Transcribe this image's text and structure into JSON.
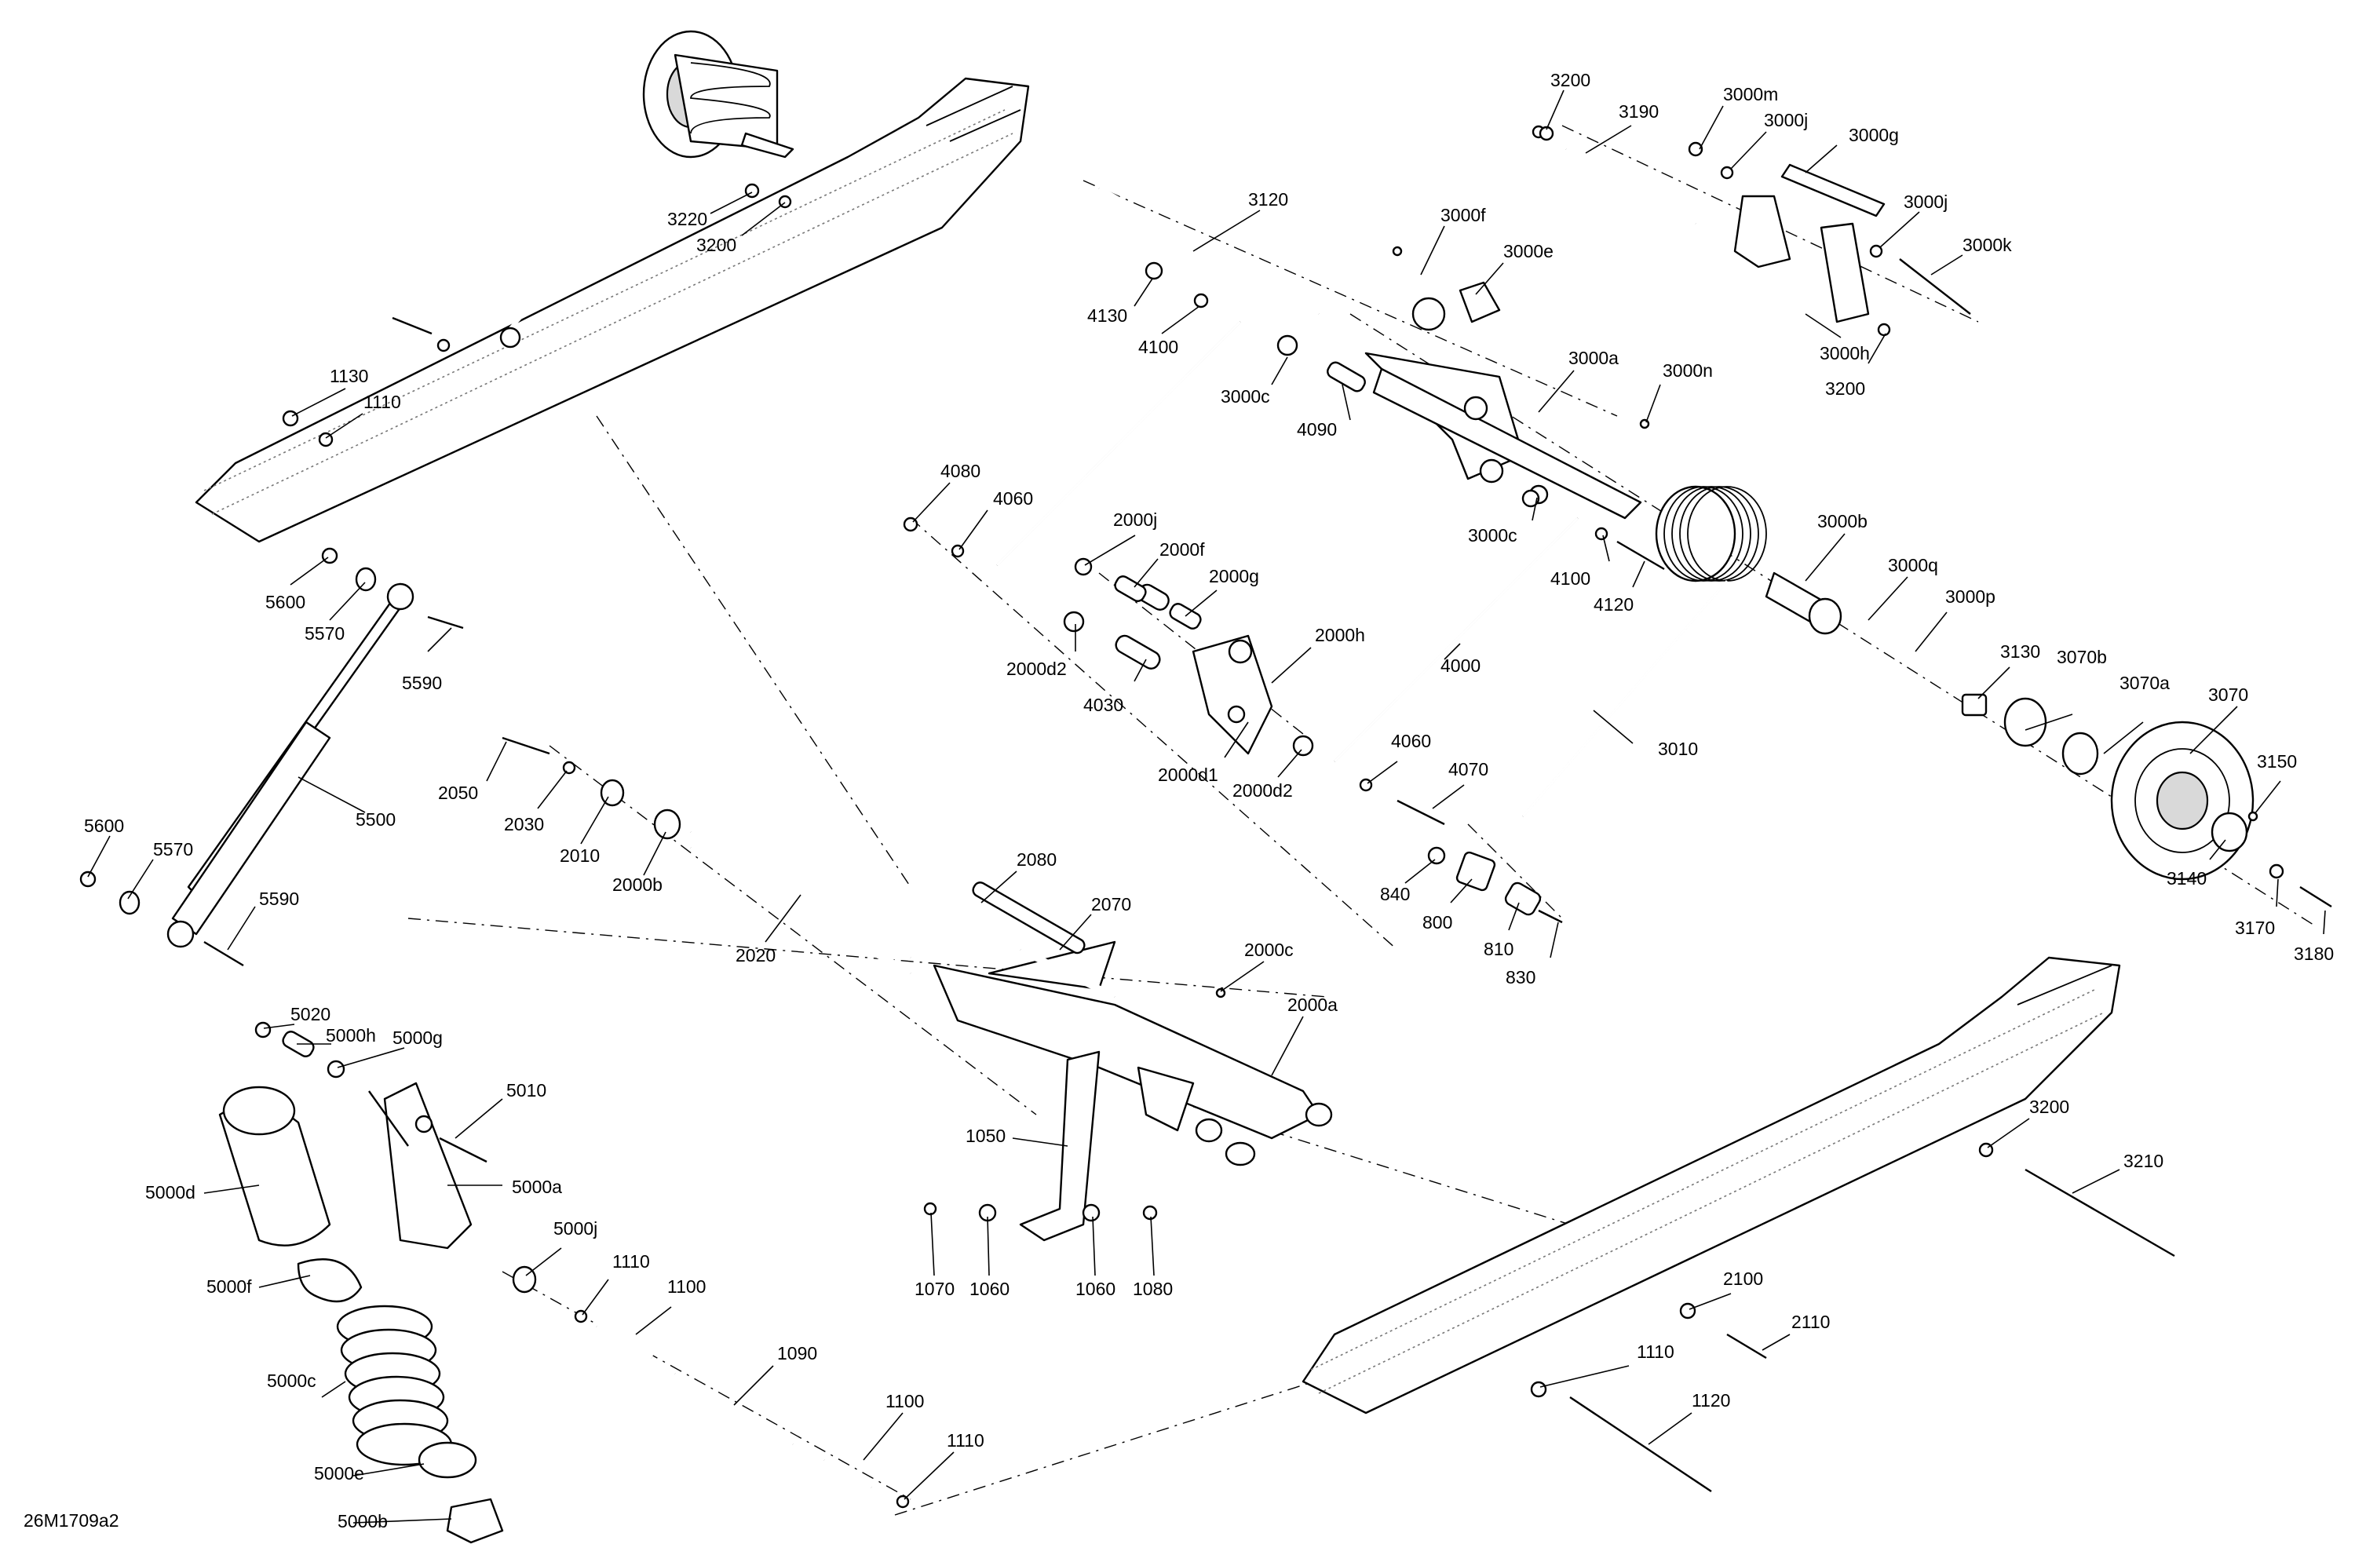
{
  "document_id": "26M1709a2",
  "callouts": [
    {
      "id": "c01",
      "text": "3200"
    },
    {
      "id": "c02",
      "text": "3190"
    },
    {
      "id": "c03",
      "text": "3000m"
    },
    {
      "id": "c04",
      "text": "3000j"
    },
    {
      "id": "c05",
      "text": "3000g"
    },
    {
      "id": "c06",
      "text": "3000j"
    },
    {
      "id": "c07",
      "text": "3000k"
    },
    {
      "id": "c08",
      "text": "3000h"
    },
    {
      "id": "c09",
      "text": "3200"
    },
    {
      "id": "c10",
      "text": "3120"
    },
    {
      "id": "c11",
      "text": "3000f"
    },
    {
      "id": "c12",
      "text": "3000e"
    },
    {
      "id": "c13",
      "text": "4130"
    },
    {
      "id": "c14",
      "text": "4100"
    },
    {
      "id": "c15",
      "text": "3000c"
    },
    {
      "id": "c16",
      "text": "4090"
    },
    {
      "id": "c17",
      "text": "3000a"
    },
    {
      "id": "c18",
      "text": "3000n"
    },
    {
      "id": "c19",
      "text": "3220"
    },
    {
      "id": "c20",
      "text": "3200"
    },
    {
      "id": "c21",
      "text": "1130"
    },
    {
      "id": "c22",
      "text": "1110"
    },
    {
      "id": "c23",
      "text": "4080"
    },
    {
      "id": "c24",
      "text": "4060"
    },
    {
      "id": "c25",
      "text": "2000j"
    },
    {
      "id": "c26",
      "text": "2000f"
    },
    {
      "id": "c27",
      "text": "2000g"
    },
    {
      "id": "c28",
      "text": "3000c"
    },
    {
      "id": "c29",
      "text": "4100"
    },
    {
      "id": "c30",
      "text": "4120"
    },
    {
      "id": "c31",
      "text": "3000b"
    },
    {
      "id": "c32",
      "text": "3000q"
    },
    {
      "id": "c33",
      "text": "3000p"
    },
    {
      "id": "c34",
      "text": "5600"
    },
    {
      "id": "c35",
      "text": "5570"
    },
    {
      "id": "c36",
      "text": "5590"
    },
    {
      "id": "c37",
      "text": "2000d2"
    },
    {
      "id": "c38",
      "text": "2000h"
    },
    {
      "id": "c39",
      "text": "4030"
    },
    {
      "id": "c40",
      "text": "4000"
    },
    {
      "id": "c41",
      "text": "3130"
    },
    {
      "id": "c42",
      "text": "3070b"
    },
    {
      "id": "c43",
      "text": "3070a"
    },
    {
      "id": "c44",
      "text": "3070"
    },
    {
      "id": "c45",
      "text": "3010"
    },
    {
      "id": "c46",
      "text": "2000d1"
    },
    {
      "id": "c47",
      "text": "2000d2"
    },
    {
      "id": "c48",
      "text": "4060"
    },
    {
      "id": "c49",
      "text": "4070"
    },
    {
      "id": "c50",
      "text": "3150"
    },
    {
      "id": "c51",
      "text": "2050"
    },
    {
      "id": "c52",
      "text": "2030"
    },
    {
      "id": "c53",
      "text": "2010"
    },
    {
      "id": "c54",
      "text": "2000b"
    },
    {
      "id": "c55",
      "text": "5500"
    },
    {
      "id": "c56",
      "text": "5600"
    },
    {
      "id": "c57",
      "text": "5570"
    },
    {
      "id": "c58",
      "text": "5590"
    },
    {
      "id": "c59",
      "text": "840"
    },
    {
      "id": "c60",
      "text": "800"
    },
    {
      "id": "c61",
      "text": "810"
    },
    {
      "id": "c62",
      "text": "830"
    },
    {
      "id": "c63",
      "text": "3140"
    },
    {
      "id": "c64",
      "text": "3170"
    },
    {
      "id": "c65",
      "text": "3180"
    },
    {
      "id": "c66",
      "text": "2080"
    },
    {
      "id": "c67",
      "text": "2070"
    },
    {
      "id": "c68",
      "text": "2020"
    },
    {
      "id": "c69",
      "text": "2000c"
    },
    {
      "id": "c70",
      "text": "5020"
    },
    {
      "id": "c71",
      "text": "5000h"
    },
    {
      "id": "c72",
      "text": "5000g"
    },
    {
      "id": "c73",
      "text": "2000a"
    },
    {
      "id": "c74",
      "text": "5010"
    },
    {
      "id": "c75",
      "text": "5000a"
    },
    {
      "id": "c76",
      "text": "1050"
    },
    {
      "id": "c77",
      "text": "5000d"
    },
    {
      "id": "c78",
      "text": "5000j"
    },
    {
      "id": "c79",
      "text": "5000f"
    },
    {
      "id": "c80",
      "text": "1070"
    },
    {
      "id": "c81",
      "text": "1060"
    },
    {
      "id": "c82",
      "text": "1060"
    },
    {
      "id": "c83",
      "text": "1080"
    },
    {
      "id": "c84",
      "text": "1110"
    },
    {
      "id": "c85",
      "text": "1100"
    },
    {
      "id": "c86",
      "text": "3200"
    },
    {
      "id": "c87",
      "text": "3210"
    },
    {
      "id": "c88",
      "text": "2100"
    },
    {
      "id": "c89",
      "text": "2110"
    },
    {
      "id": "c90",
      "text": "5000c"
    },
    {
      "id": "c91",
      "text": "1090"
    },
    {
      "id": "c92",
      "text": "1110"
    },
    {
      "id": "c93",
      "text": "1120"
    },
    {
      "id": "c94",
      "text": "1100"
    },
    {
      "id": "c95",
      "text": "5000e"
    },
    {
      "id": "c96",
      "text": "1110"
    },
    {
      "id": "c97",
      "text": "5000b"
    }
  ]
}
